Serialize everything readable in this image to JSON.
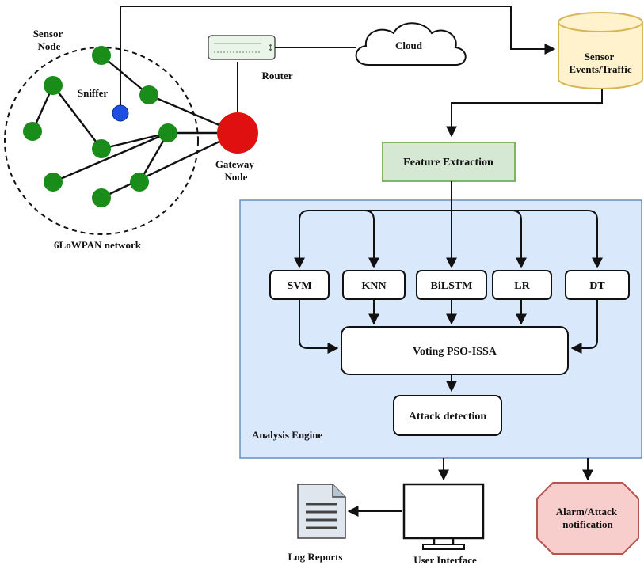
{
  "network": {
    "label": "6LoWPAN network",
    "sensor_node_label": [
      "Sensor",
      "Node"
    ],
    "sniffer_label": "Sniffer",
    "router_label": "Router",
    "gateway_label": [
      "Gateway",
      "Node"
    ],
    "cloud_label": "Cloud"
  },
  "datastore": {
    "label": [
      "Sensor",
      "Events/Traffic"
    ]
  },
  "feature_extraction": {
    "label": "Feature Extraction"
  },
  "engine": {
    "label": "Analysis Engine",
    "models": [
      "SVM",
      "KNN",
      "BiLSTM",
      "LR",
      "DT"
    ],
    "voting_label": "Voting PSO-ISSA",
    "detection_label": "Attack detection"
  },
  "outputs": {
    "log_label": "Log Reports",
    "ui_label": "User Interface",
    "alarm_label": [
      "Alarm/Attack",
      "notification"
    ]
  },
  "colors": {
    "node_green": "#1a8c1a",
    "sniffer_blue": "#1f4fe0",
    "gateway_red": "#e01010",
    "engine_bg": "#dae8fc",
    "engine_border": "#6c8ebf",
    "datastore_fill": "#fff2cc",
    "datastore_border": "#d6b656",
    "feature_fill": "#d5e8d4",
    "feature_border": "#82b366",
    "alarm_fill": "#f8cecc",
    "alarm_border": "#b85450",
    "router_fill": "#e8f5e8"
  }
}
